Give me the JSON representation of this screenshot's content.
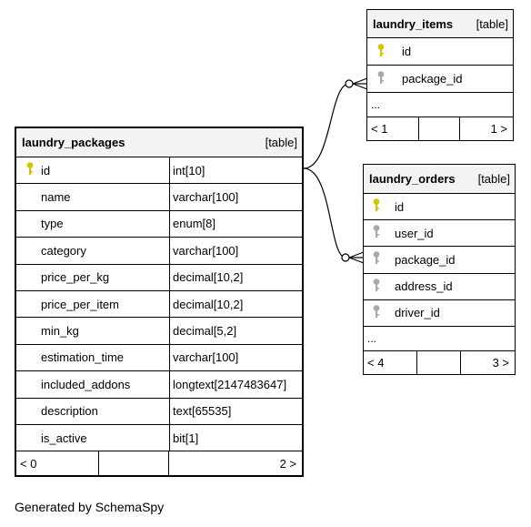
{
  "colors": {
    "primary_key": "#d4c400",
    "foreign_key": "#a8a8a8",
    "header_bg": "#f3f3f3"
  },
  "laundry_packages": {
    "name": "laundry_packages",
    "type": "[table]",
    "columns": [
      {
        "name": "id",
        "type": "int[10]",
        "key": "primary"
      },
      {
        "name": "name",
        "type": "varchar[100]",
        "key": "none"
      },
      {
        "name": "type",
        "type": "enum[8]",
        "key": "none"
      },
      {
        "name": "category",
        "type": "varchar[100]",
        "key": "none"
      },
      {
        "name": "price_per_kg",
        "type": "decimal[10,2]",
        "key": "none"
      },
      {
        "name": "price_per_item",
        "type": "decimal[10,2]",
        "key": "none"
      },
      {
        "name": "min_kg",
        "type": "decimal[5,2]",
        "key": "none"
      },
      {
        "name": "estimation_time",
        "type": "varchar[100]",
        "key": "none"
      },
      {
        "name": "included_addons",
        "type": "longtext[2147483647]",
        "key": "none"
      },
      {
        "name": "description",
        "type": "text[65535]",
        "key": "none"
      },
      {
        "name": "is_active",
        "type": "bit[1]",
        "key": "none"
      }
    ],
    "footer_left": "< 0",
    "footer_right": "2 >"
  },
  "laundry_items": {
    "name": "laundry_items",
    "type": "[table]",
    "columns": [
      {
        "name": "id",
        "key": "primary"
      },
      {
        "name": "package_id",
        "key": "foreign"
      }
    ],
    "more": "...",
    "footer_left": "< 1",
    "footer_right": "1 >"
  },
  "laundry_orders": {
    "name": "laundry_orders",
    "type": "[table]",
    "columns": [
      {
        "name": "id",
        "key": "primary"
      },
      {
        "name": "user_id",
        "key": "foreign"
      },
      {
        "name": "package_id",
        "key": "foreign"
      },
      {
        "name": "address_id",
        "key": "foreign"
      },
      {
        "name": "driver_id",
        "key": "foreign"
      }
    ],
    "more": "...",
    "footer_left": "< 4",
    "footer_right": "3 >"
  },
  "footer": "Generated by SchemaSpy"
}
